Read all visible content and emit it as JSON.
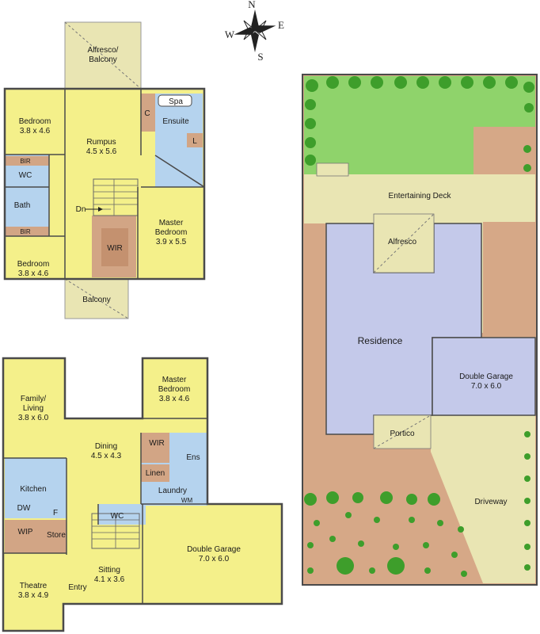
{
  "compass": {
    "n": "N",
    "s": "S",
    "e": "E",
    "w": "W"
  },
  "upper_floor": {
    "alfresco_balcony": {
      "name": "Alfresco/ Balcony",
      "line1": "Alfresco/",
      "line2": "Balcony"
    },
    "bedroom_top": {
      "name": "Bedroom",
      "size": "3.8 x 4.6"
    },
    "rumpus": {
      "name": "Rumpus",
      "size": "4.5 x 5.6"
    },
    "c": "C",
    "spa": "Spa",
    "ensuite": "Ensuite",
    "l": "L",
    "bir_top": "BIR",
    "wc": "WC",
    "bath": "Bath",
    "bir_bottom": "BIR",
    "dn": "Dn",
    "wir": "WIR",
    "master_bedroom": {
      "name": "Master",
      "name2": "Bedroom",
      "size": "3.9 x 5.5"
    },
    "bedroom_bottom": {
      "name": "Bedroom",
      "size": "3.8 x 4.6"
    },
    "balcony": "Balcony"
  },
  "ground_floor": {
    "family_living": {
      "line1": "Family/",
      "line2": "Living",
      "size": "3.8 x 6.0"
    },
    "master_bedroom": {
      "name": "Master",
      "name2": "Bedroom",
      "size": "3.8 x 4.6"
    },
    "dining": {
      "name": "Dining",
      "size": "4.5 x 4.3"
    },
    "wir": "WIR",
    "ens": "Ens",
    "linen": "Linen",
    "kitchen": "Kitchen",
    "dw": "DW",
    "f": "F",
    "laundry": "Laundry",
    "wm": "WM",
    "wc": "WC",
    "wip": "WIP",
    "store": "Store",
    "double_garage": {
      "name": "Double Garage",
      "size": "7.0 x 6.0"
    },
    "sitting": {
      "name": "Sitting",
      "size": "4.1 x 3.6"
    },
    "theatre": {
      "name": "Theatre",
      "size": "3.8 x 4.9"
    },
    "entry": "Entry"
  },
  "site_plan": {
    "entertaining_deck": "Entertaining Deck",
    "alfresco": "Alfresco",
    "residence": "Residence",
    "double_garage": {
      "name": "Double Garage",
      "size": "7.0 x 6.0"
    },
    "portico": "Portico",
    "driveway": "Driveway"
  },
  "colors": {
    "room_yellow": "#f4f08a",
    "wet_blue": "#b5d3ee",
    "robe_tan": "#d2a585",
    "outdoor_cream": "#e9e5b3",
    "lawn_green": "#8fd36b",
    "dirt_brown": "#d6a887",
    "residence_blue": "#c4c9ea",
    "tree_green": "#3e9e2b"
  }
}
